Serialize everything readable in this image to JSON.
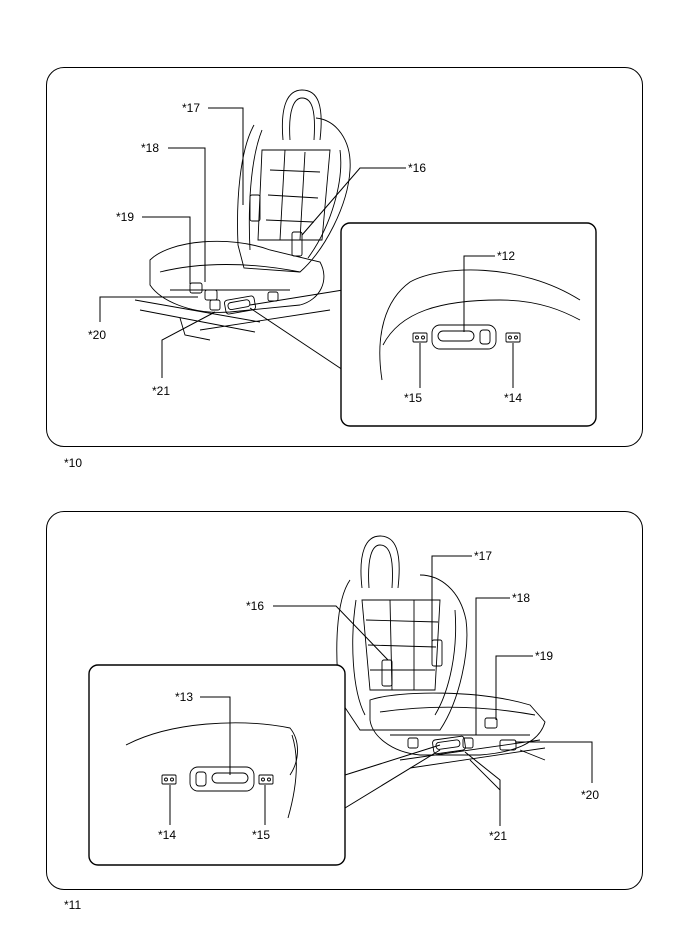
{
  "figures": [
    {
      "id": "*10",
      "callouts": {
        "c17": "*17",
        "c18": "*18",
        "c16": "*16",
        "c19": "*19",
        "c12": "*12",
        "c20": "*20",
        "c21": "*21",
        "c15": "*15",
        "c14": "*14"
      }
    },
    {
      "id": "*11",
      "callouts": {
        "c17": "*17",
        "c18": "*18",
        "c16": "*16",
        "c19": "*19",
        "c13": "*13",
        "c20": "*20",
        "c21": "*21",
        "c14": "*14",
        "c15": "*15"
      }
    }
  ]
}
